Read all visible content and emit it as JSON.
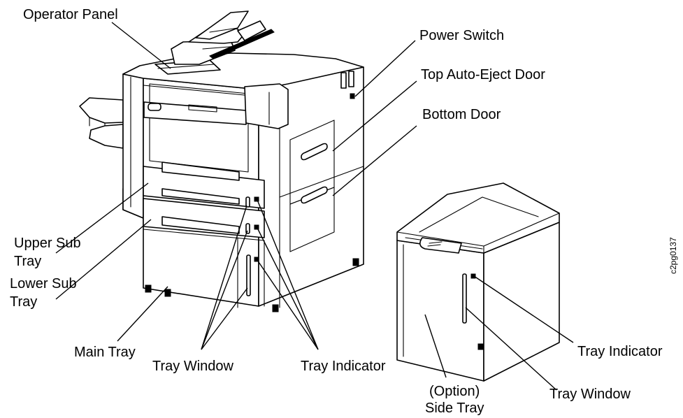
{
  "labels": {
    "operator_panel": "Operator Panel",
    "power_switch": "Power Switch",
    "top_auto_eject_door": "Top Auto-Eject Door",
    "bottom_door": "Bottom Door",
    "upper_sub_tray_1": "Upper Sub",
    "upper_sub_tray_2": "Tray",
    "lower_sub_tray_1": "Lower Sub",
    "lower_sub_tray_2": "Tray",
    "main_tray": "Main Tray",
    "tray_window_main": "Tray Window",
    "tray_indicator_main": "Tray Indicator",
    "option_side_tray_1": "(Option)",
    "option_side_tray_2": "Side Tray",
    "tray_indicator_side": "Tray Indicator",
    "tray_window_side": "Tray Window"
  },
  "figure_id": "c2pg0137"
}
